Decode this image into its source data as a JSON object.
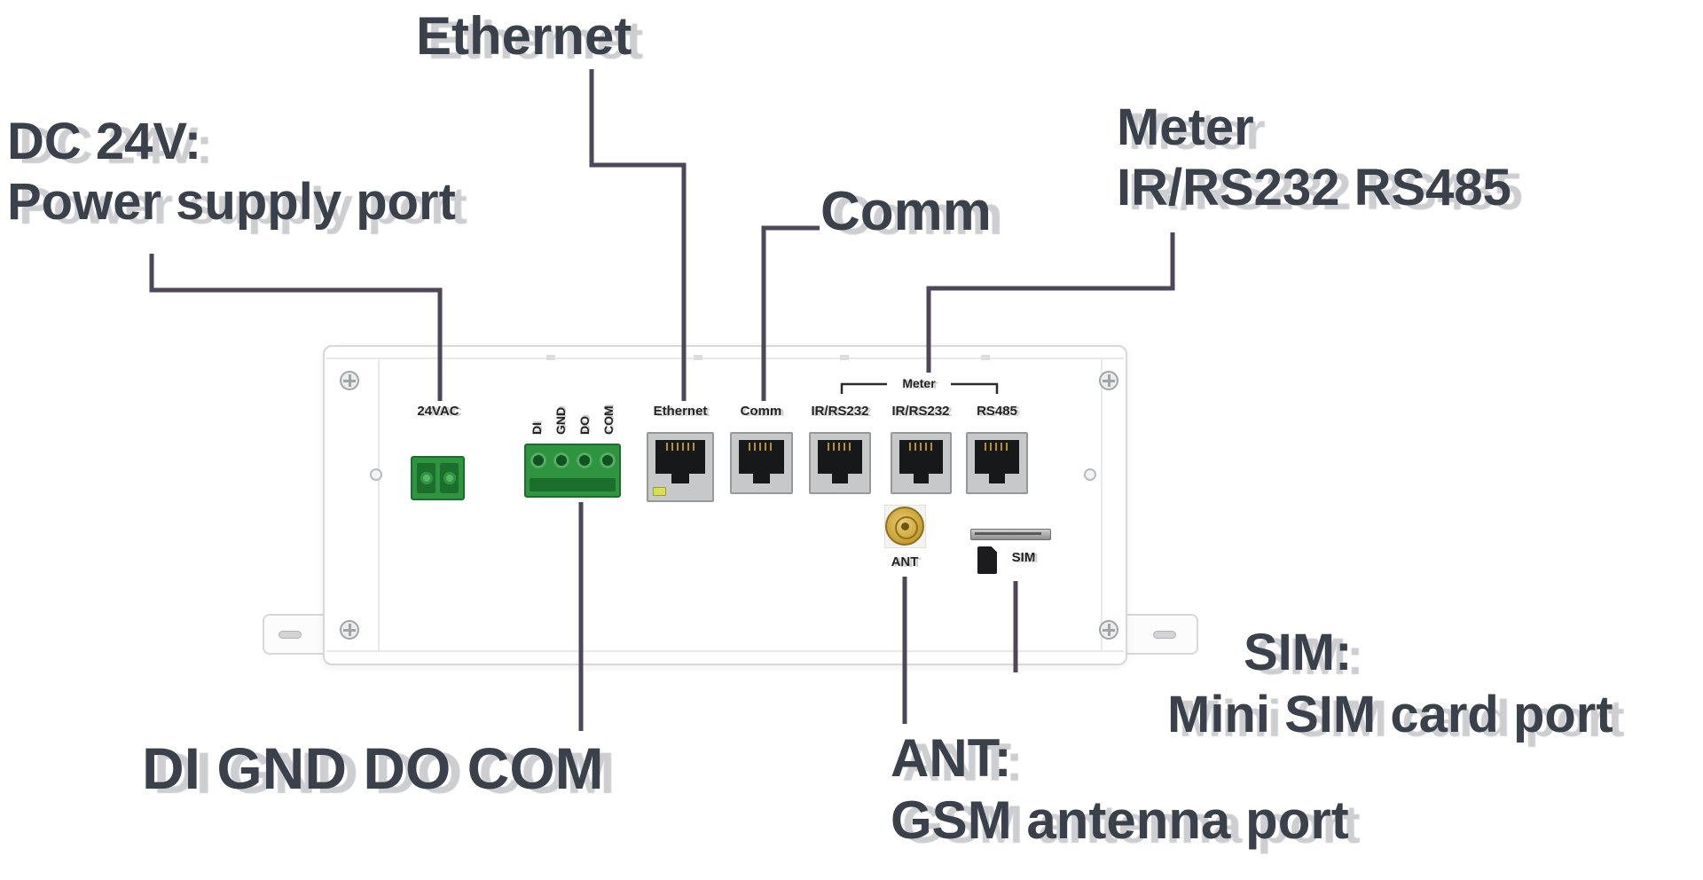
{
  "colors": {
    "callout_text": "#3b414b",
    "callout_line": "#4e4759",
    "terminal_green": "#2e9440",
    "antenna_gold": "#caa033",
    "panel_white": "#ffffff",
    "port_bezel_gray": "#c6c8ca",
    "jack_black": "#17181a"
  },
  "callouts": {
    "ethernet": {
      "label": "Ethernet"
    },
    "power": {
      "line1": "DC 24V:",
      "line2": "Power supply port"
    },
    "comm": {
      "label": "Comm"
    },
    "meter": {
      "line1": "Meter",
      "line2": "IR/RS232 RS485"
    },
    "di_terminal": {
      "label": "DI GND DO COM"
    },
    "ant": {
      "line1": "ANT:",
      "line2": "GSM antenna port"
    },
    "sim": {
      "line1": "SIM:",
      "line2": "Mini SIM card port"
    }
  },
  "device": {
    "labels": {
      "power": "24VAC",
      "pins": [
        "DI",
        "GND",
        "DO",
        "COM"
      ],
      "ethernet": "Ethernet",
      "comm": "Comm",
      "meter_group": "Meter",
      "meter_port1": "IR/RS232",
      "meter_port2": "IR/RS232",
      "meter_port3": "RS485",
      "ant": "ANT",
      "sim": "SIM"
    }
  }
}
